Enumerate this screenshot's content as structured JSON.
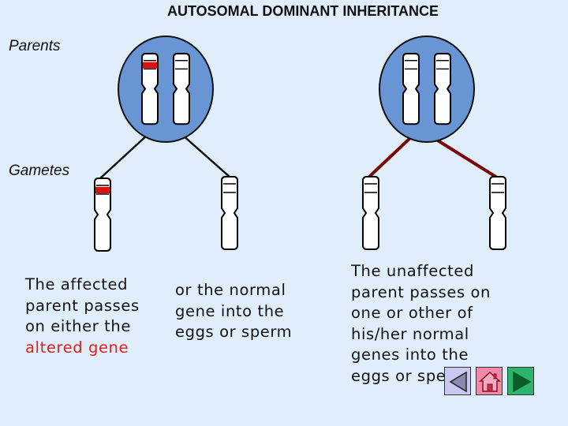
{
  "title": "AUTOSOMAL DOMINANT INHERITANCE",
  "labels": {
    "parents": "Parents",
    "gametes": "Gametes"
  },
  "captions": {
    "affected_lines": [
      "The affected",
      "parent passes",
      "on either the"
    ],
    "affected_highlight": "altered gene",
    "normal_lines": [
      "or the normal",
      "gene into the",
      "eggs or sperm"
    ],
    "unaffected_lines": [
      "The unaffected",
      "parent passes on",
      "one or other of",
      "his/her normal",
      "genes into the",
      "eggs or sperm"
    ]
  },
  "colors": {
    "cell": "#6a95d4",
    "altered_gene": "#e01010",
    "normal_gene": "#ffffff",
    "affected_lines": "#111111",
    "unaffected_lines": "#7a0a0a",
    "accent_text": "#e02020"
  },
  "nav": {
    "back_icon": "back-arrow-icon",
    "home_icon": "home-icon",
    "next_icon": "forward-arrow-icon",
    "back_color": "#c8c8f0",
    "home_color": "#f08aa8",
    "next_color": "#2db36c"
  }
}
